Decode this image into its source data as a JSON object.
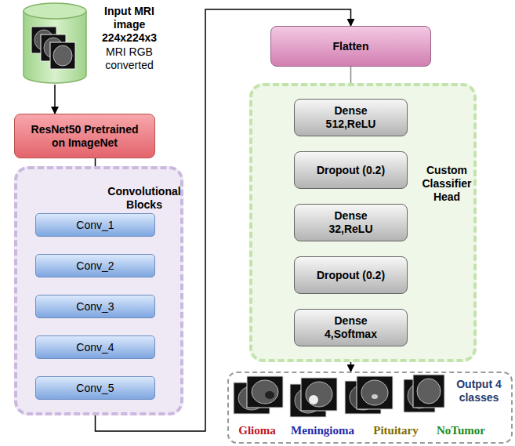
{
  "diagram": {
    "nodes": [
      {
        "text": [
          "Input MRI image 224x224x3",
          "MRI RGB converted"
        ]
      },
      {
        "text": [
          "ResNet50 Pretrained on ImageNet"
        ]
      },
      {
        "text": [
          "Convolutional Blocks"
        ]
      },
      {
        "text": [
          "Conv_1"
        ],
        "in": 2
      },
      {
        "text": [
          "Conv_2"
        ],
        "in": 2
      },
      {
        "text": [
          "Conv_3"
        ],
        "in": 2
      },
      {
        "text": [
          "Conv_4"
        ],
        "in": 2
      },
      {
        "text": [
          "Conv_5"
        ],
        "in": 2
      },
      {
        "text": [
          "Flatten"
        ]
      },
      {
        "text": [
          "Custom Classifier Head"
        ]
      },
      {
        "text": [
          "Dense 512,ReLU"
        ],
        "in": 9
      },
      {
        "text": [
          "Dropout (0.2)"
        ],
        "in": 9
      },
      {
        "text": [
          "Dense 32,ReLU"
        ],
        "in": 9
      },
      {
        "text": [
          "Dropout (0.2)"
        ],
        "in": 9
      },
      {
        "text": [
          "Dense 4,Softmax"
        ],
        "in": 9
      },
      {
        "text": [
          "Output 4 classes",
          "Glioma",
          "Meningioma",
          "Pituitary",
          "NoTumor"
        ]
      }
    ],
    "edges": [
      {
        "from": 0,
        "to": 1,
        "arrow": "to"
      },
      {
        "from": 1,
        "to": 3,
        "arrow": "to"
      },
      {
        "from": 3,
        "to": 4,
        "arrow": "to"
      },
      {
        "from": 4,
        "to": 5,
        "arrow": "to"
      },
      {
        "from": 5,
        "to": 6,
        "arrow": "to"
      },
      {
        "from": 6,
        "to": 7,
        "arrow": "to"
      },
      {
        "from": 7,
        "to": 8,
        "arrow": "to"
      },
      {
        "from": 8,
        "to": 10,
        "arrow": "to"
      },
      {
        "from": 10,
        "to": 11,
        "arrow": "to"
      },
      {
        "from": 11,
        "to": 12,
        "arrow": "to"
      },
      {
        "from": 12,
        "to": 13,
        "arrow": "to"
      },
      {
        "from": 13,
        "to": 14,
        "arrow": "to"
      },
      {
        "from": 14,
        "to": 15,
        "arrow": "to"
      }
    ]
  }
}
